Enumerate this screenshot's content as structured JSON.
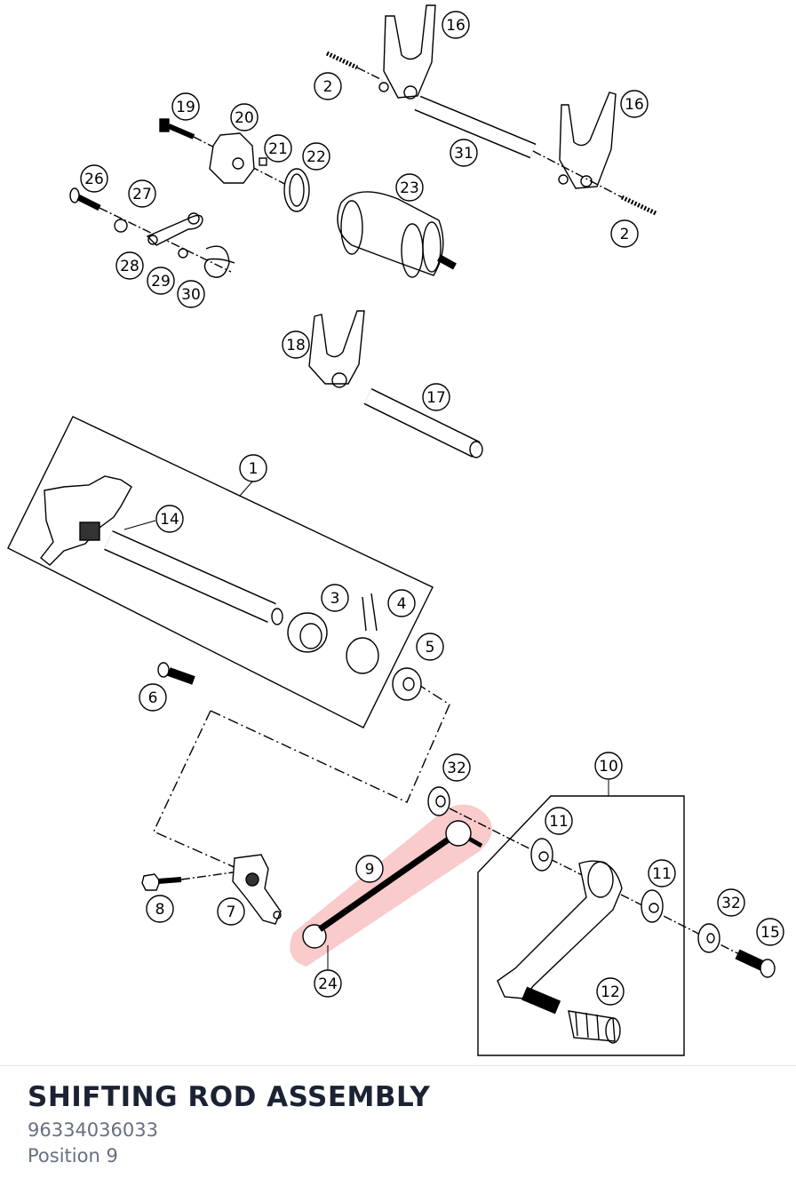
{
  "diagram": {
    "callouts": [
      {
        "id": "c1",
        "label": "1"
      },
      {
        "id": "c2a",
        "label": "2"
      },
      {
        "id": "c2b",
        "label": "2"
      },
      {
        "id": "c3",
        "label": "3"
      },
      {
        "id": "c4",
        "label": "4"
      },
      {
        "id": "c5",
        "label": "5"
      },
      {
        "id": "c6",
        "label": "6"
      },
      {
        "id": "c7",
        "label": "7"
      },
      {
        "id": "c8",
        "label": "8"
      },
      {
        "id": "c9",
        "label": "9"
      },
      {
        "id": "c10",
        "label": "10"
      },
      {
        "id": "c11a",
        "label": "11"
      },
      {
        "id": "c11b",
        "label": "11"
      },
      {
        "id": "c12",
        "label": "12"
      },
      {
        "id": "c14",
        "label": "14"
      },
      {
        "id": "c15",
        "label": "15"
      },
      {
        "id": "c16a",
        "label": "16"
      },
      {
        "id": "c16b",
        "label": "16"
      },
      {
        "id": "c17",
        "label": "17"
      },
      {
        "id": "c18",
        "label": "18"
      },
      {
        "id": "c19",
        "label": "19"
      },
      {
        "id": "c20",
        "label": "20"
      },
      {
        "id": "c21",
        "label": "21"
      },
      {
        "id": "c22",
        "label": "22"
      },
      {
        "id": "c23",
        "label": "23"
      },
      {
        "id": "c24",
        "label": "24"
      },
      {
        "id": "c26",
        "label": "26"
      },
      {
        "id": "c27",
        "label": "27"
      },
      {
        "id": "c28",
        "label": "28"
      },
      {
        "id": "c29",
        "label": "29"
      },
      {
        "id": "c30",
        "label": "30"
      },
      {
        "id": "c31",
        "label": "31"
      },
      {
        "id": "c32a",
        "label": "32"
      },
      {
        "id": "c32b",
        "label": "32"
      }
    ],
    "highlight_color": "#f28b8b"
  },
  "info": {
    "title": "SHIFTING ROD ASSEMBLY",
    "part_number": "96334036033",
    "position": "Position 9"
  }
}
